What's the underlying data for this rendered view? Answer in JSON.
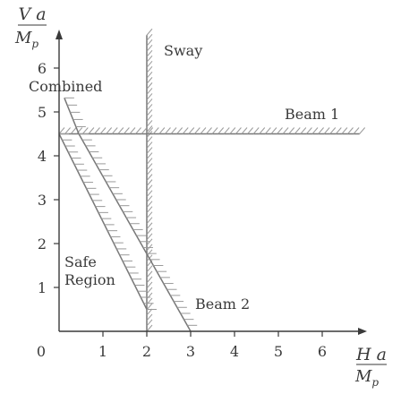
{
  "chart_data": {
    "type": "line",
    "y_axis_label": {
      "numerator": "V a",
      "denominator": "M",
      "subscript": "p"
    },
    "x_axis_label": {
      "numerator": "H a",
      "denominator": "M",
      "subscript": "p"
    },
    "origin_label": "0",
    "x_ticks": [
      "1",
      "2",
      "3",
      "4",
      "5",
      "6"
    ],
    "y_ticks": [
      "1",
      "2",
      "3",
      "4",
      "5",
      "6"
    ],
    "xlim": [
      0,
      6.9
    ],
    "ylim": [
      0,
      6.9
    ],
    "series": [
      {
        "name": "Sway",
        "kind": "vertical",
        "x": 2
      },
      {
        "name": "Beam 1",
        "kind": "horizontal",
        "y": 4.5
      },
      {
        "name": "Beam 2",
        "kind": "segment",
        "points": [
          [
            0.45,
            4.5
          ],
          [
            3,
            0
          ]
        ]
      },
      {
        "name": "Combined",
        "kind": "segment",
        "points": [
          [
            0,
            4.5
          ],
          [
            2,
            0.5
          ]
        ]
      }
    ],
    "annotations": [
      {
        "text": "Safe",
        "x": 0.1,
        "y": 1.55
      },
      {
        "text": "Region",
        "x": 0.1,
        "y": 1.15
      }
    ],
    "colors": {
      "axis": "#3a3a3a",
      "line": "#777777",
      "hatch": "#9a9a9a"
    }
  }
}
